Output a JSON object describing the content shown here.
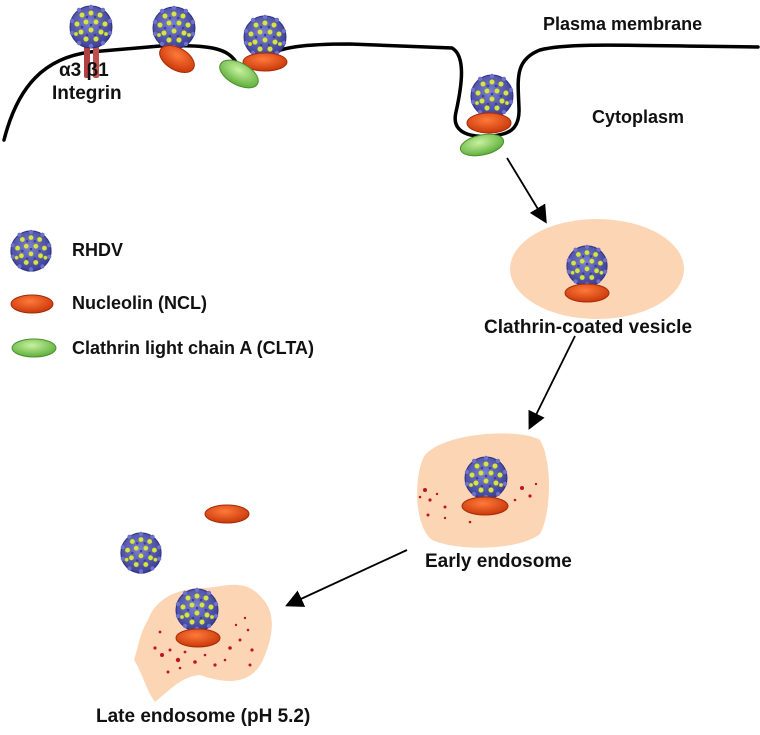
{
  "labels": {
    "plasma_membrane": "Plasma membrane",
    "cytoplasm": "Cytoplasm",
    "integrin_line1": "α3 β1",
    "integrin_line2": "Integrin",
    "clathrin_coated_vesicle": "Clathrin-coated vesicle",
    "early_endosome": "Early endosome",
    "late_endosome": "Late endosome (pH 5.2)"
  },
  "legend": [
    {
      "icon": "rhdv-virion-icon",
      "label": "RHDV"
    },
    {
      "icon": "nucleolin-icon",
      "label": "Nucleolin (NCL)"
    },
    {
      "icon": "clathrin-light-chain-icon",
      "label": "Clathrin light chain A (CLTA)"
    }
  ],
  "colors": {
    "membrane": "#000000",
    "vesicle_fill": "#fcd5b4",
    "virion_shell": "#5b5fb8",
    "virion_spike": "#c8d94a",
    "nucleolin": "#e8480f",
    "clta": "#8fd66a",
    "integrin": "#c0504d",
    "acid_dots": "#c0141e"
  }
}
